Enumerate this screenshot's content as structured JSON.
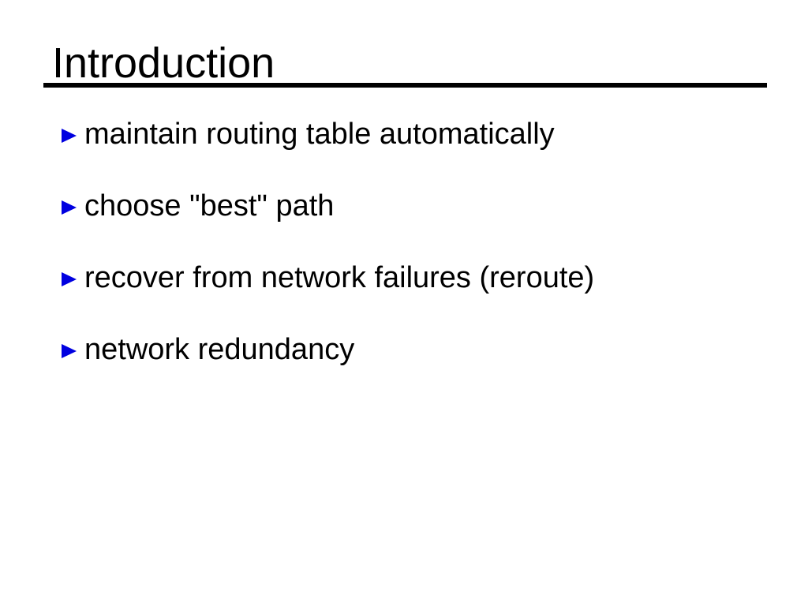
{
  "slide": {
    "title": "Introduction",
    "bullets": [
      {
        "text": "maintain routing table automatically"
      },
      {
        "text": "choose \"best\" path"
      },
      {
        "text": "recover from network failures (reroute)"
      },
      {
        "text": "network redundancy"
      }
    ],
    "bullet_icon": "right-triangle-icon",
    "colors": {
      "background": "#ffffff",
      "text": "#000000",
      "title_rule": "#000000",
      "bullet_marker": "#0000e0"
    }
  }
}
